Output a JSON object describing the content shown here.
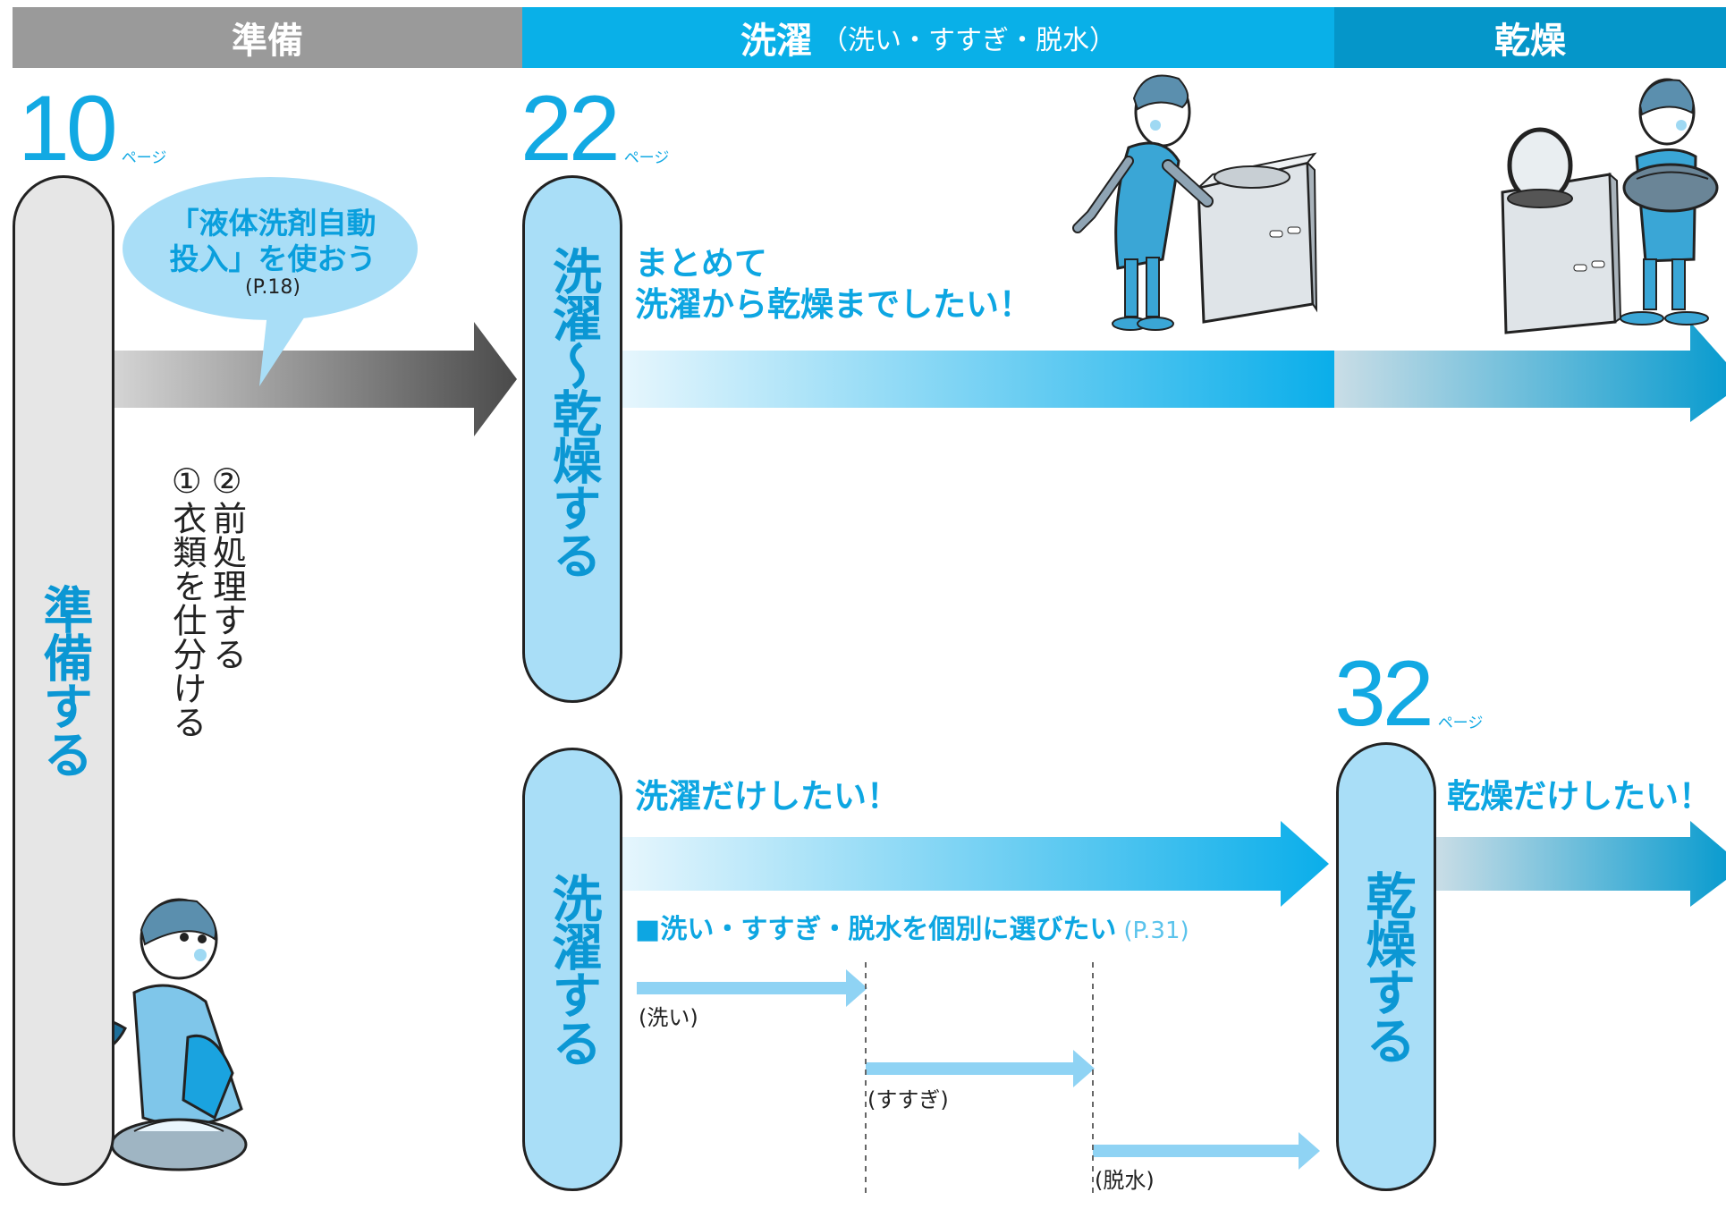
{
  "header": {
    "prep": "準備",
    "wash": "洗濯",
    "wash_sub": "（洗い・すすぎ・脱水）",
    "dry": "乾燥"
  },
  "page_refs": {
    "prep": {
      "num": "10",
      "unit": "ページ"
    },
    "wash": {
      "num": "22",
      "unit": "ページ"
    },
    "dry": {
      "num": "32",
      "unit": "ページ"
    }
  },
  "pills": {
    "prepare": "準備する",
    "wash_dry": "洗濯〜乾燥する",
    "wash": "洗濯する",
    "dry": "乾燥する"
  },
  "bubble": {
    "line1": "「液体洗剤自動",
    "line2": "投入」を使おう",
    "ref": "(P.18)"
  },
  "prep_steps": {
    "step1": "①衣類を仕分ける",
    "step2": "②前処理する"
  },
  "flows": {
    "wash_dry_line1": "まとめて",
    "wash_dry_line2": "洗濯から乾燥までしたい！",
    "wash_only": "洗濯だけしたい！",
    "dry_only": "乾燥だけしたい！"
  },
  "individual": {
    "heading": "■洗い・すすぎ・脱水を個別に選びたい",
    "ref": "(P.31)",
    "wash": "(洗い)",
    "rinse": "(すすぎ)",
    "spin": "(脱水)"
  },
  "colors": {
    "gray_header": "#9a9a9a",
    "wash_header": "#09b0e8",
    "dry_header": "#0596c9",
    "accent_text": "#0da6e2",
    "pill_blue": "#a9def7"
  }
}
